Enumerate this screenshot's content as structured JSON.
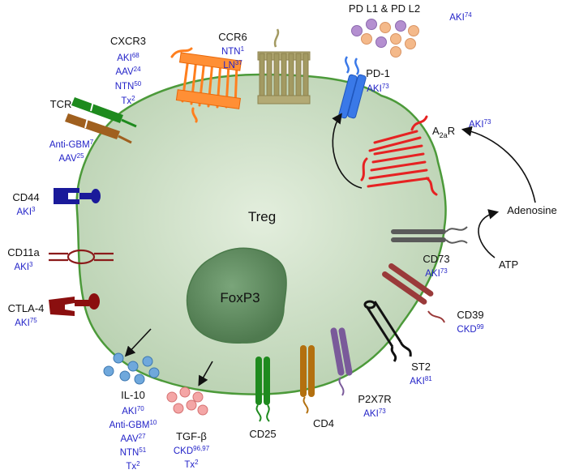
{
  "cell": {
    "label": "Treg",
    "nucleus_label": "FoxP3",
    "cytoplasm_color": "#cfe0c8",
    "membrane_color": "#4c9a3a",
    "nucleus_color": "#5e8a5e"
  },
  "receptors": {
    "cxcr3": {
      "name": "CXCR3",
      "cites": [
        [
          "AKI",
          "68"
        ],
        [
          "AAV",
          "24"
        ],
        [
          "NTN",
          "50"
        ],
        [
          "Tx",
          "2"
        ]
      ],
      "color": "#ff7f1e"
    },
    "ccr6": {
      "name": "CCR6",
      "cites": [
        [
          "NTN",
          "1"
        ],
        [
          "LN",
          "37"
        ]
      ],
      "color": "#a39a62"
    },
    "pdl": {
      "name": "PD L1 & PD L2",
      "cites": [
        [
          "AKI",
          "74"
        ]
      ]
    },
    "pd1": {
      "name": "PD-1",
      "cites": [
        [
          "AKI",
          "73"
        ]
      ],
      "color": "#3a79e8"
    },
    "tcr": {
      "name": "TCR",
      "cites": [
        [
          "Anti-GBM",
          "7"
        ],
        [
          "AAV",
          "25"
        ]
      ]
    },
    "a2ar": {
      "name": "A",
      "sub": "2a",
      "suffix": "R",
      "cites": [
        [
          "AKI",
          "73"
        ]
      ],
      "color": "#e62222"
    },
    "cd44": {
      "name": "CD44",
      "cites": [
        [
          "AKI",
          "3"
        ]
      ],
      "color": "#1a1a9a"
    },
    "adenosine": {
      "name": "Adenosine"
    },
    "cd11a": {
      "name": "CD11a",
      "cites": [
        [
          "AKI",
          "3"
        ]
      ],
      "color": "#8b1a1a"
    },
    "cd73": {
      "name": "CD73",
      "cites": [
        [
          "AKI",
          "73"
        ]
      ],
      "color": "#5a5a5a"
    },
    "atp": {
      "name": "ATP"
    },
    "ctla4": {
      "name": "CTLA-4",
      "cites": [
        [
          "AKI",
          "75"
        ]
      ],
      "color": "#8b0f0f"
    },
    "cd39": {
      "name": "CD39",
      "cites": [
        [
          "CKD",
          "99"
        ]
      ],
      "color": "#9a3a3a"
    },
    "st2": {
      "name": "ST2",
      "cites": [
        [
          "AKI",
          "81"
        ]
      ]
    },
    "p2x7r": {
      "name": "P2X7R",
      "cites": [
        [
          "AKI",
          "73"
        ]
      ],
      "color": "#7a5a9a"
    },
    "cd4": {
      "name": "CD4",
      "color": "#b3700f"
    },
    "cd25": {
      "name": "CD25",
      "color": "#1e8a1e"
    }
  },
  "cytokines": {
    "il10": {
      "name": "IL-10",
      "cites": [
        [
          "AKI",
          "70"
        ],
        [
          "Anti-GBM",
          "10"
        ],
        [
          "AAV",
          "27"
        ],
        [
          "NTN",
          "51"
        ],
        [
          "Tx",
          "2"
        ]
      ],
      "color": "#6fa8dc"
    },
    "tgfb": {
      "name": "TGF-β",
      "cites": [
        [
          "CKD",
          "96,97"
        ],
        [
          "Tx",
          "2"
        ]
      ],
      "color": "#f4a6a6"
    }
  }
}
